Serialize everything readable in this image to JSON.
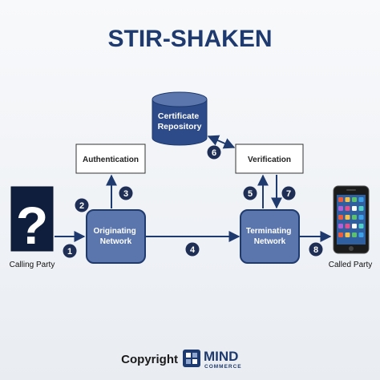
{
  "title": "STIR-SHAKEN",
  "nodes": {
    "certificate_repository": "Certificate Repository",
    "authentication": "Authentication",
    "verification": "Verification",
    "originating_network": "Originating Network",
    "terminating_network": "Terminating Network",
    "calling_party": "Calling Party",
    "called_party": "Called Party"
  },
  "steps": [
    "1",
    "2",
    "3",
    "4",
    "5",
    "6",
    "7",
    "8"
  ],
  "footer": {
    "copyright": "Copyright",
    "brand_main": "MIND",
    "brand_sub": "COMMERCE"
  },
  "colors": {
    "title": "#1e3a6e",
    "network_fill": "#5b76ad",
    "network_border": "#1e3a6e",
    "repository_fill": "#2d4b89",
    "badge": "#1e2e55",
    "arrow": "#1e3a6e",
    "background": "#f2f4f7"
  }
}
